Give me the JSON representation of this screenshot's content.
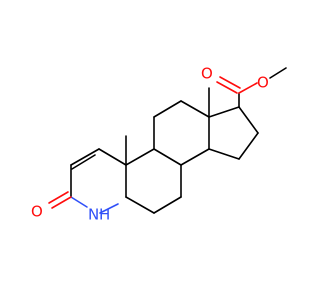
{
  "molecule": {
    "name": "",
    "colors": {
      "bond": "#000000",
      "oxygen": "#ff0d0d",
      "nitrogen": "#3050f8"
    },
    "labels": {
      "ester_carbonyl_o": "O",
      "ester_ether_o": "O",
      "lactam_o": "O",
      "amide_nh": "N",
      "amide_h": "H"
    }
  }
}
